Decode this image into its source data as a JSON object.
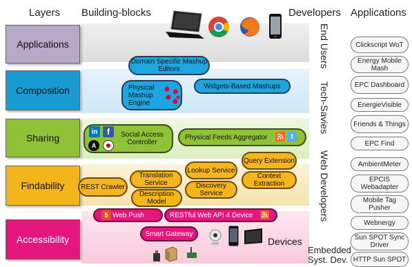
{
  "headers": {
    "layers": "Layers",
    "building_blocks": "Building-blocks",
    "developers": "Developers",
    "applications": "Applications"
  },
  "layers": [
    {
      "label": "Applications"
    },
    {
      "label": "Composition"
    },
    {
      "label": "Sharing"
    },
    {
      "label": "Findability"
    },
    {
      "label": "Accessibility"
    }
  ],
  "blocks": {
    "domain_mashup": "Domain Specific Mashup Editors",
    "physical_mashup": "Physical Mashup Engine",
    "widgets_mashups": "Widgets-Based Mashups",
    "social_access": "Social Access Controller",
    "feeds_aggregator": "Physical Feeds Aggregator",
    "rest_crawler": "REST Crawler",
    "translation": "Translation Service",
    "description": "Description Model",
    "lookup": "Lookup Service",
    "discovery": "Discovery Service",
    "query": "Query Extension",
    "context": "Context Extraction",
    "web_push": "Web Push",
    "restful_api": "RESTful Web API 4 Device",
    "smart_gateway": "Smart Gateway",
    "devices": "Devices"
  },
  "developers": {
    "end_users": "End Users",
    "tech_savies": "Tech-Savies",
    "web_developers": "Web Developers",
    "embedded": "Embedded Syst. Dev."
  },
  "applications": [
    "Clickscript WoT",
    "Energy Mobile Mash",
    "EPC Dashboard",
    "EnergieVisible",
    "Friends & Things",
    "EPC Find",
    "AmbientMeter",
    "EPCIS Webadapter",
    "Mobile Tag Pusher",
    "Webnergy",
    "Sun SPOT Sync Driver",
    "HTTP Sun SPOT"
  ],
  "colors": {
    "applications": "#b4a9c6",
    "composition": "#1a9ad3",
    "sharing": "#8fc236",
    "findability": "#f4b41c",
    "accessibility": "#e5167d"
  }
}
